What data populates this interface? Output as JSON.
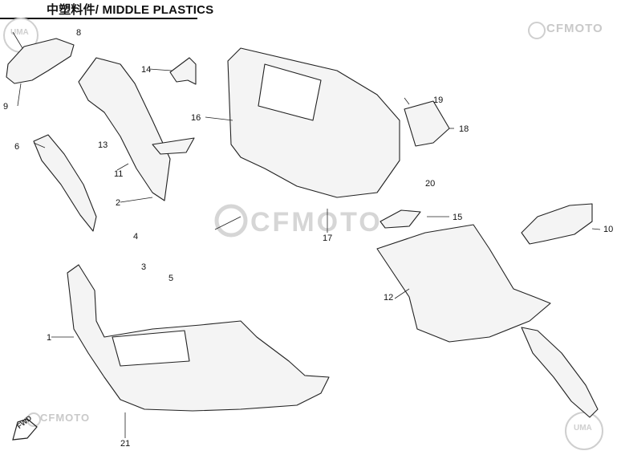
{
  "header": {
    "title": "中塑料件/ MIDDLE PLASTICS"
  },
  "logos": {
    "top_right": "CFMOTO",
    "center_watermark": "CFMOTO",
    "bottom_left": "CFMOTO",
    "uma_top_left": "UMA",
    "uma_bottom_right": "UMA",
    "fwd_arrow": "FWD"
  },
  "callouts": [
    "1",
    "2",
    "3",
    "4",
    "5",
    "6",
    "8",
    "9",
    "10",
    "11",
    "12",
    "13",
    "14",
    "15",
    "16",
    "17",
    "18",
    "19",
    "20",
    "21"
  ],
  "colors": {
    "line": "#222222",
    "watermark": "#d6d6d6",
    "part_fill": "#f4f4f4"
  }
}
